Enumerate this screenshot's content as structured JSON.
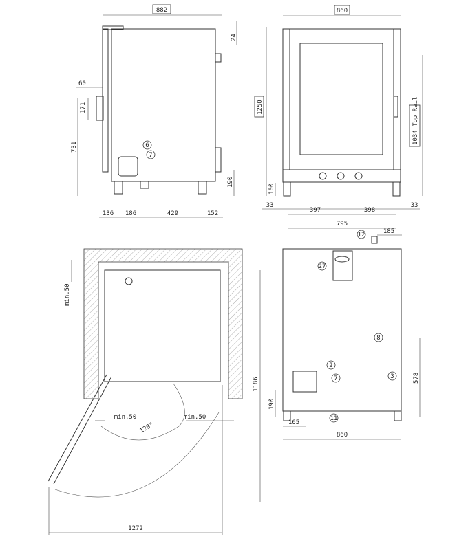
{
  "side_view": {
    "width": "882",
    "top_offset": "24",
    "door_depth": "60",
    "handle_height": "171",
    "handle_position": "731",
    "rear_height": "190",
    "bottom_dims": [
      "136",
      "186",
      "429",
      "152"
    ],
    "callouts": [
      "6",
      "7"
    ]
  },
  "front_view": {
    "width": "860",
    "height": "1250",
    "top_rail": "1034 Top Rail",
    "leg_height": "100",
    "left_margin": "33",
    "right_margin": "33",
    "left_span": "397",
    "right_span": "398",
    "leg_span": "795"
  },
  "rear_view": {
    "offset_top": "185",
    "height_8": "578",
    "base_height": "190",
    "left_offset": "165",
    "width": "860",
    "callouts": [
      "12",
      "27",
      "8",
      "2",
      "7",
      "3",
      "11"
    ]
  },
  "plan_view": {
    "rear_clearance": "min.50",
    "left_clearance": "min.50",
    "right_clearance": "min.50",
    "door_angle": "120°",
    "depth_open": "1186",
    "width_open": "1272"
  }
}
